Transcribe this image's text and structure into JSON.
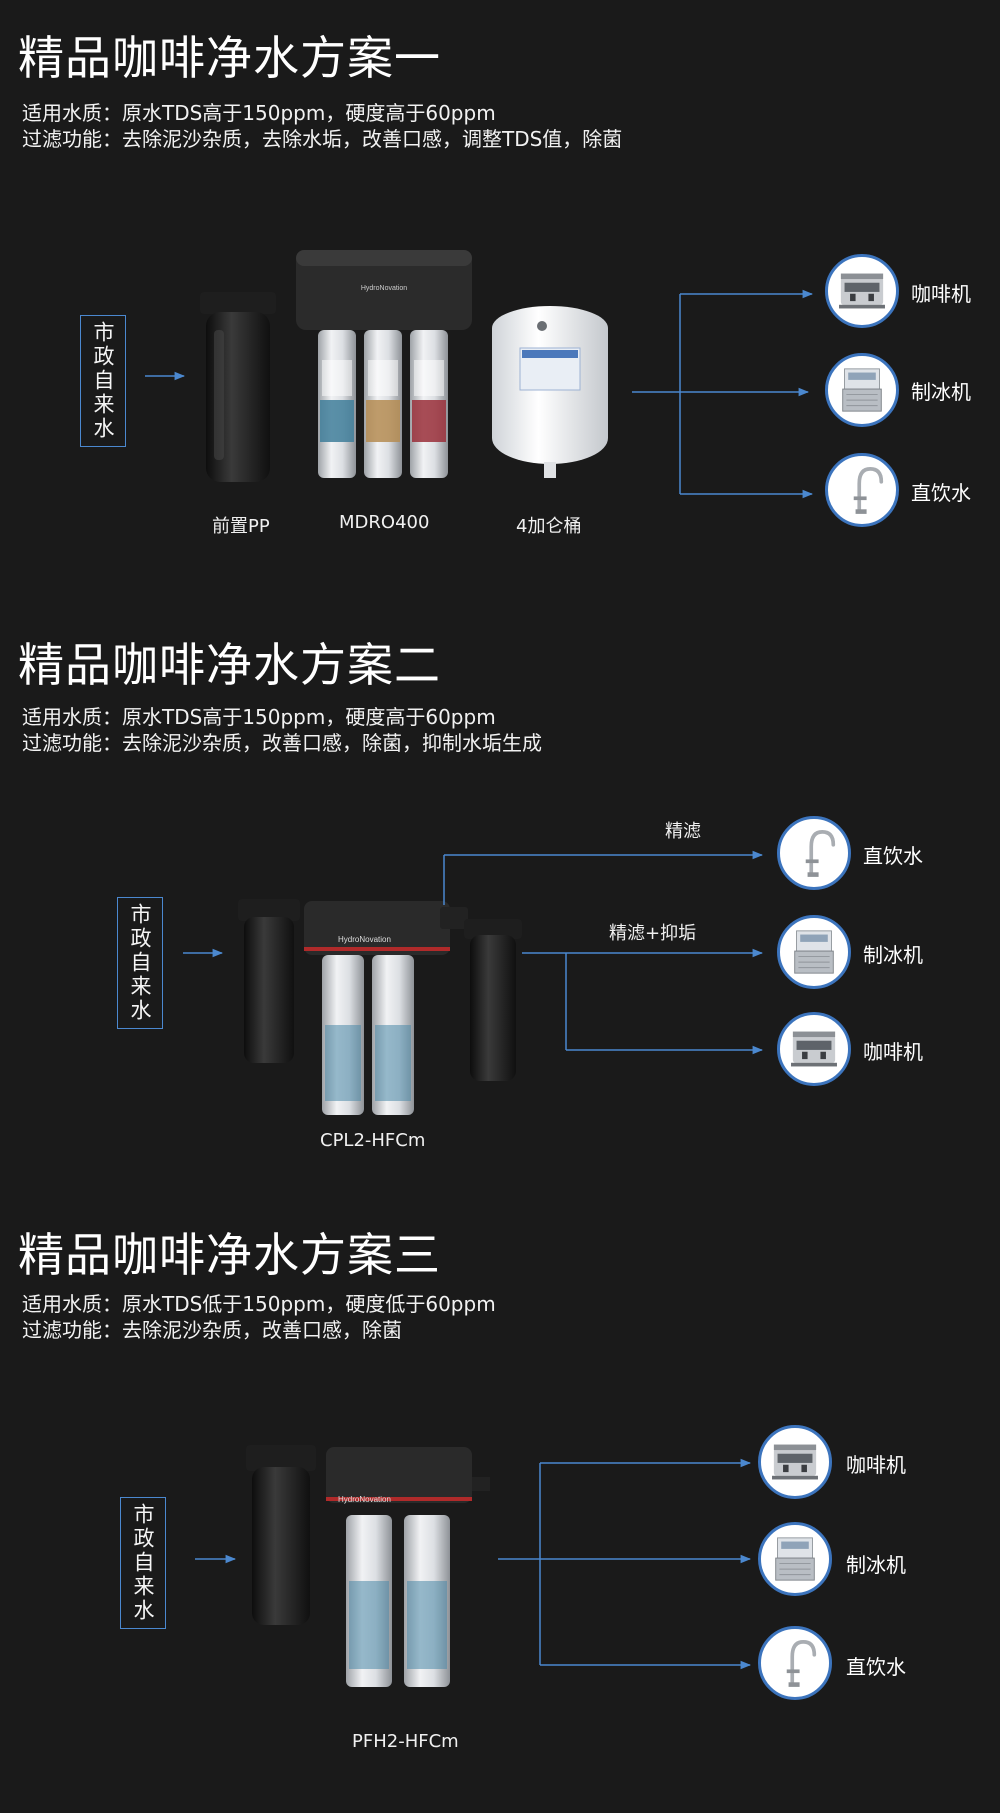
{
  "plan1": {
    "title": "精品咖啡净水方案一",
    "water_quality": "适用水质：原水TDS高于150ppm，硬度高于60ppm",
    "function": "过滤功能：去除泥沙杂质，去除水垢，改善口感，调整TDS值，除菌",
    "source": "市政自来水",
    "components": [
      "前置PP",
      "MDRO400",
      "4加仑桶"
    ],
    "brand": "HydroNovation",
    "outputs": [
      "咖啡机",
      "制冰机",
      "直饮水"
    ]
  },
  "plan2": {
    "title": "精品咖啡净水方案二",
    "water_quality": "适用水质：原水TDS高于150ppm，硬度高于60ppm",
    "function": "过滤功能：去除泥沙杂质，改善口感，除菌，抑制水垢生成",
    "source": "市政自来水",
    "component": "CPL2-HFCm",
    "brand": "HydroNovation",
    "branch_labels": [
      "精滤",
      "精滤+抑垢"
    ],
    "outputs": [
      "直饮水",
      "制冰机",
      "咖啡机"
    ]
  },
  "plan3": {
    "title": "精品咖啡净水方案三",
    "water_quality": "适用水质：原水TDS低于150ppm，硬度低于60ppm",
    "function": "过滤功能：去除泥沙杂质，改善口感，除菌",
    "source": "市政自来水",
    "component": "PFH2-HFCm",
    "brand": "HydroNovation",
    "outputs": [
      "咖啡机",
      "制冰机",
      "直饮水"
    ]
  },
  "colors": {
    "background": "#1a1a1a",
    "accent_blue": "#4b88cf",
    "text": "#ffffff"
  }
}
